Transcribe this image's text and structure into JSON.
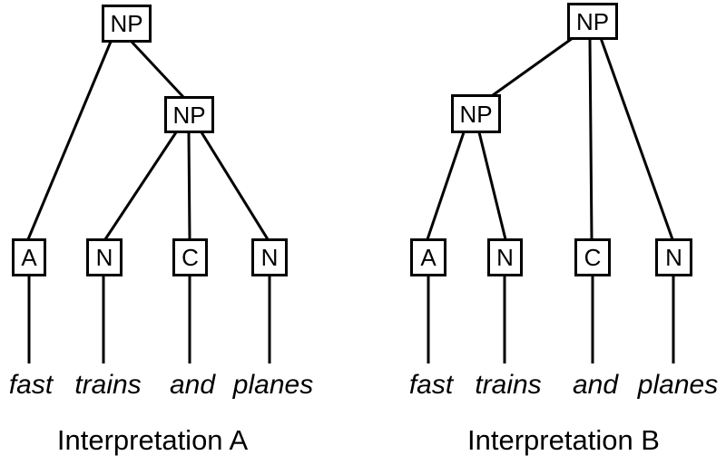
{
  "trees": [
    {
      "caption": "Interpretation A",
      "root_label": "NP",
      "inner_label": "NP",
      "leaves": [
        "A",
        "N",
        "C",
        "N"
      ],
      "words": [
        "fast",
        "trains",
        "and",
        "planes"
      ],
      "structure": {
        "root_children": [
          "A",
          "NP"
        ],
        "inner_np_children": [
          "N",
          "C",
          "N"
        ]
      }
    },
    {
      "caption": "Interpretation B",
      "root_label": "NP",
      "inner_label": "NP",
      "leaves": [
        "A",
        "N",
        "C",
        "N"
      ],
      "words": [
        "fast",
        "trains",
        "and",
        "planes"
      ],
      "structure": {
        "root_children": [
          "NP",
          "C",
          "N"
        ],
        "inner_np_children": [
          "A",
          "N"
        ]
      }
    }
  ],
  "colors": {
    "foreground": "#000000",
    "background": "#ffffff"
  }
}
